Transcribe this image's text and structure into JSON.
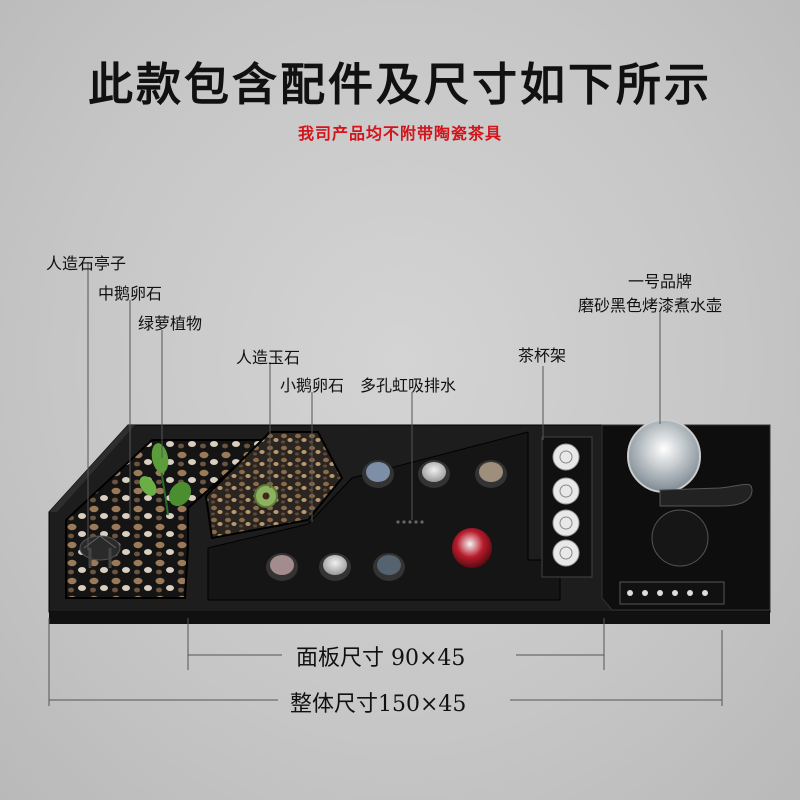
{
  "heading": {
    "title": "此款包含配件及尺寸如下所示",
    "subtitle": "我司产品均不附带陶瓷茶具"
  },
  "callouts": {
    "pavilion": "人造石亭子",
    "medium_pebble": "中鹅卵石",
    "pothos": "绿萝植物",
    "jade": "人造玉石",
    "small_pebble": "小鹅卵石",
    "siphon": "多孔虹吸排水",
    "cup_rack": "茶杯架",
    "kettle_brand": "一号品牌",
    "kettle_desc": "磨砂黑色烤漆煮水壶"
  },
  "dimensions": {
    "panel": "面板尺寸 90×45",
    "overall": "整体尺寸150×45"
  },
  "colors": {
    "background": "#c8c8c8",
    "tray": "#1c1c1c",
    "title_red": "#d4141b"
  }
}
